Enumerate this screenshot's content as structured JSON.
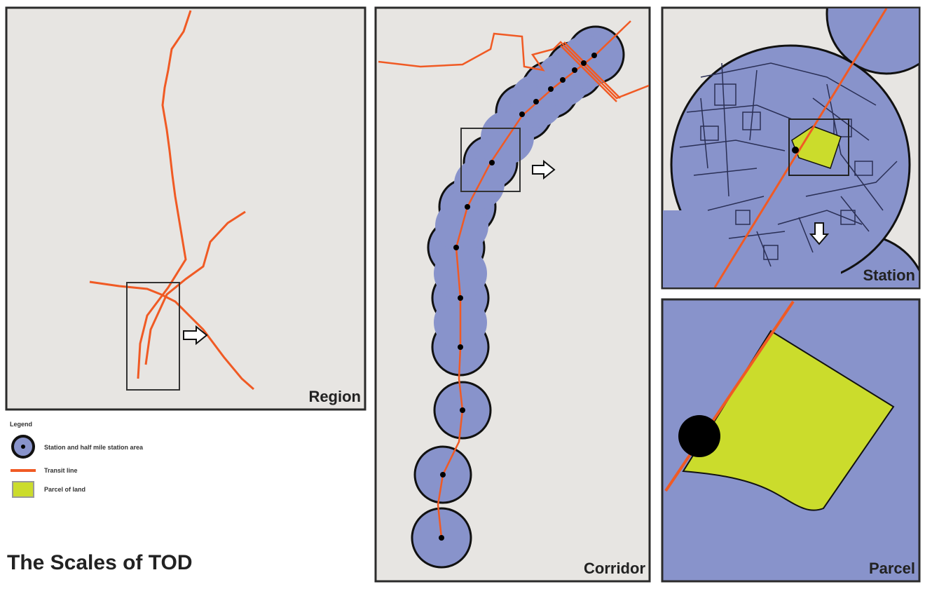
{
  "title": "The Scales of TOD",
  "panels": {
    "region": "Region",
    "corridor": "Corridor",
    "station": "Station",
    "parcel": "Parcel"
  },
  "legend": {
    "heading": "Legend",
    "items": [
      {
        "label": "Station and half mile station area",
        "icon": "station-area-icon"
      },
      {
        "label": "Transit line",
        "icon": "transit-line-icon"
      },
      {
        "label": "Parcel of land",
        "icon": "parcel-icon"
      }
    ]
  },
  "colors": {
    "background": "#e7e5e2",
    "station_area": "#8893cb",
    "transit_line": "#f05a24",
    "parcel": "#cbdc2c",
    "border": "#2b2b2b"
  }
}
